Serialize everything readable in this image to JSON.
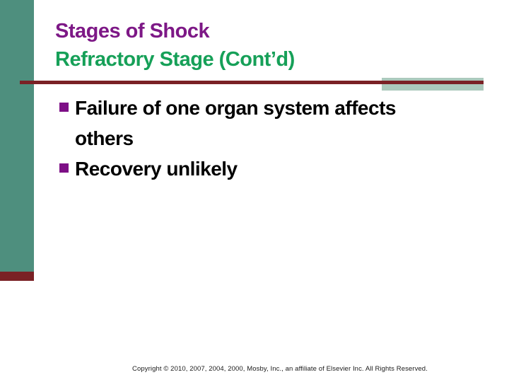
{
  "slide": {
    "title": "Stages of Shock",
    "subtitle": "Refractory Stage (Cont’d)",
    "bullets": [
      {
        "lines": [
          "Failure of one organ system affects",
          "others"
        ]
      },
      {
        "lines": [
          "Recovery unlikely"
        ]
      }
    ],
    "footer": "Copyright © 2010, 2007, 2004, 2000, Mosby, Inc., an affiliate of Elsevier Inc. All Rights Reserved.",
    "icons": {
      "bullet": "square-bullet-icon"
    },
    "colors": {
      "title_text": "#7D1886",
      "subtitle_text": "#16A058",
      "left_bar_teal": "#4E8F7E",
      "maroon_accent": "#7A2125",
      "sage_highlight": "#ABC9BC",
      "bullet_square": "#7D0F86",
      "body_text": "#000000",
      "background": "#FFFFFF"
    }
  }
}
